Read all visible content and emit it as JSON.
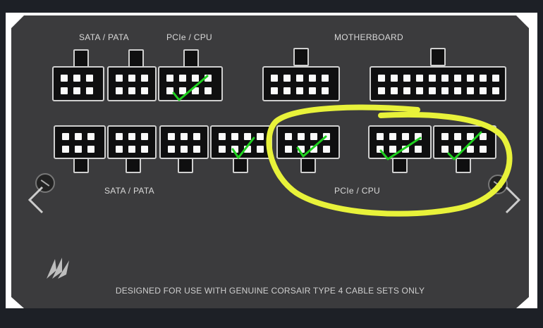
{
  "labels": {
    "top_left": "SATA / PATA",
    "top_middle": "PCIe / CPU",
    "top_right": "MOTHERBOARD",
    "bottom_left": "SATA / PATA",
    "bottom_right": "PCIe / CPU",
    "footer": "DESIGNED FOR USE WITH GENUINE CORSAIR TYPE 4 CABLE SETS ONLY"
  },
  "nav": {
    "prev_icon": "chevron-left",
    "next_icon": "chevron-right"
  },
  "annotations": {
    "checkmark_color": "#1fd11f",
    "highlight_color": "#e8f23a"
  },
  "colors": {
    "psu_body": "#3b3b3d",
    "port_outline": "#cfcfcf",
    "background": "#1d2026"
  }
}
